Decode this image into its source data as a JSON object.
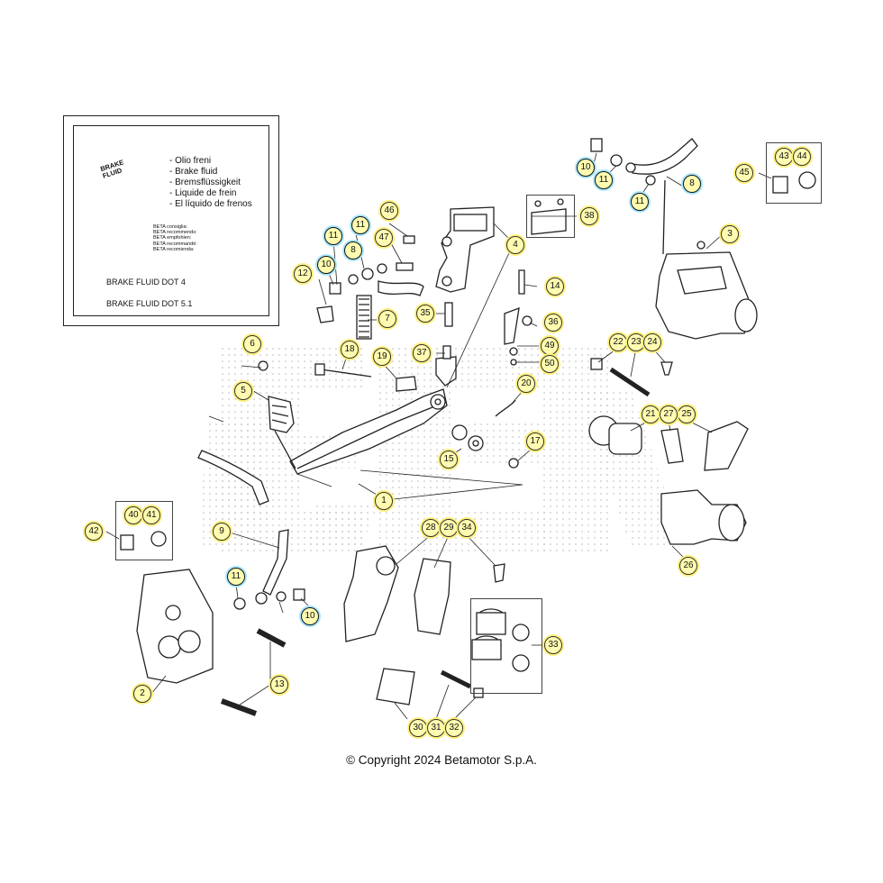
{
  "legend": {
    "can_text": "BRAKE FLUID",
    "languages": [
      "- Olio freni",
      "- Brake fluid",
      "- Bremsflüssigkeit",
      "- Liquide de frein",
      "- El líquido de frenos"
    ],
    "recommends": [
      "BETA consiglia:",
      "BETA recommends:",
      "BETA empfohlen:",
      "BETA recommandé:",
      "BETA recomienda:"
    ],
    "fluids": [
      "BRAKE FLUID DOT 4",
      "BRAKE FLUID DOT 5.1"
    ]
  },
  "watermark": "BETA",
  "copyright": "© Copyright 2024 Betamotor S.p.A.",
  "callouts": [
    {
      "n": "1",
      "style": "yellow"
    },
    {
      "n": "2",
      "style": "yellow"
    },
    {
      "n": "3",
      "style": "yellow"
    },
    {
      "n": "4",
      "style": "yellow"
    },
    {
      "n": "5",
      "style": "yellow"
    },
    {
      "n": "6",
      "style": "yellow"
    },
    {
      "n": "7",
      "style": "yellow"
    },
    {
      "n": "8",
      "style": "blue"
    },
    {
      "n": "8",
      "style": "blue"
    },
    {
      "n": "9",
      "style": "yellow"
    },
    {
      "n": "10",
      "style": "blue"
    },
    {
      "n": "10",
      "style": "blue"
    },
    {
      "n": "10",
      "style": "blue"
    },
    {
      "n": "11",
      "style": "blue"
    },
    {
      "n": "11",
      "style": "blue"
    },
    {
      "n": "11",
      "style": "blue"
    },
    {
      "n": "11",
      "style": "blue"
    },
    {
      "n": "11",
      "style": "blue"
    },
    {
      "n": "12",
      "style": "yellow"
    },
    {
      "n": "13",
      "style": "yellow"
    },
    {
      "n": "14",
      "style": "yellow"
    },
    {
      "n": "15",
      "style": "yellow"
    },
    {
      "n": "17",
      "style": "yellow"
    },
    {
      "n": "18",
      "style": "yellow"
    },
    {
      "n": "19",
      "style": "yellow"
    },
    {
      "n": "20",
      "style": "yellow"
    },
    {
      "n": "21",
      "style": "yellow"
    },
    {
      "n": "22",
      "style": "yellow"
    },
    {
      "n": "23",
      "style": "yellow"
    },
    {
      "n": "24",
      "style": "yellow"
    },
    {
      "n": "25",
      "style": "yellow"
    },
    {
      "n": "26",
      "style": "yellow"
    },
    {
      "n": "27",
      "style": "yellow"
    },
    {
      "n": "28",
      "style": "yellow"
    },
    {
      "n": "29",
      "style": "yellow"
    },
    {
      "n": "30",
      "style": "yellow"
    },
    {
      "n": "31",
      "style": "yellow"
    },
    {
      "n": "32",
      "style": "yellow"
    },
    {
      "n": "33",
      "style": "yellow"
    },
    {
      "n": "34",
      "style": "yellow"
    },
    {
      "n": "35",
      "style": "yellow"
    },
    {
      "n": "36",
      "style": "yellow"
    },
    {
      "n": "37",
      "style": "yellow"
    },
    {
      "n": "38",
      "style": "yellow"
    },
    {
      "n": "40",
      "style": "yellow"
    },
    {
      "n": "41",
      "style": "yellow"
    },
    {
      "n": "42",
      "style": "yellow"
    },
    {
      "n": "43",
      "style": "yellow"
    },
    {
      "n": "44",
      "style": "yellow"
    },
    {
      "n": "45",
      "style": "yellow"
    },
    {
      "n": "46",
      "style": "yellow"
    },
    {
      "n": "47",
      "style": "yellow"
    },
    {
      "n": "49",
      "style": "yellow"
    },
    {
      "n": "50",
      "style": "yellow"
    }
  ]
}
